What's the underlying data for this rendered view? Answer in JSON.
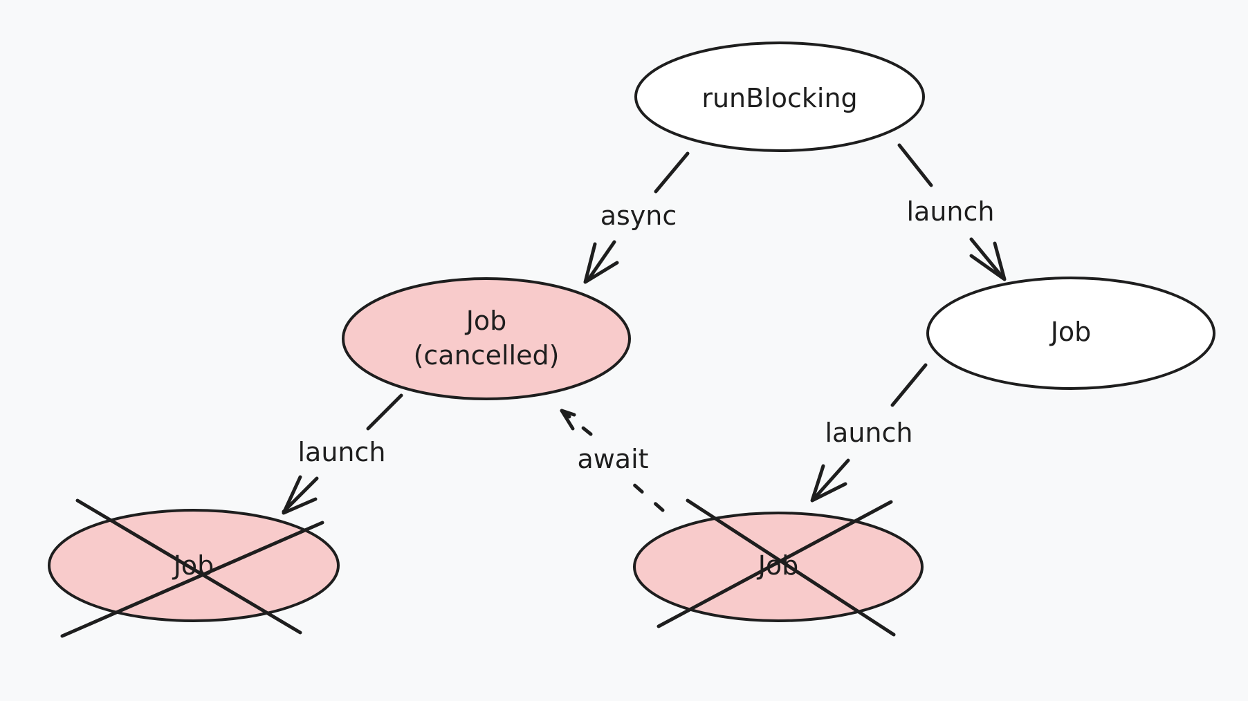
{
  "colors": {
    "background": "#f8f9fa",
    "stroke": "#1e1e1e",
    "cancelled_fill": "#f8cbcb",
    "normal_fill": "#ffffff"
  },
  "nodes": {
    "root": {
      "label": "runBlocking",
      "cancelled": false
    },
    "async_job": {
      "label_line1": "Job",
      "label_line2": "(cancelled)",
      "cancelled": true
    },
    "launch_job": {
      "label": "Job",
      "cancelled": false
    },
    "async_child": {
      "label": "Job",
      "cancelled": true,
      "crossed_out": true
    },
    "launch_child": {
      "label": "Job",
      "cancelled": true,
      "crossed_out": true
    }
  },
  "edges": {
    "root_to_async": {
      "label": "async",
      "style": "solid"
    },
    "root_to_launch": {
      "label": "launch",
      "style": "solid"
    },
    "async_to_child": {
      "label": "launch",
      "style": "solid"
    },
    "launch_to_child": {
      "label": "launch",
      "style": "solid"
    },
    "child_await": {
      "label": "await",
      "style": "dashed"
    }
  }
}
